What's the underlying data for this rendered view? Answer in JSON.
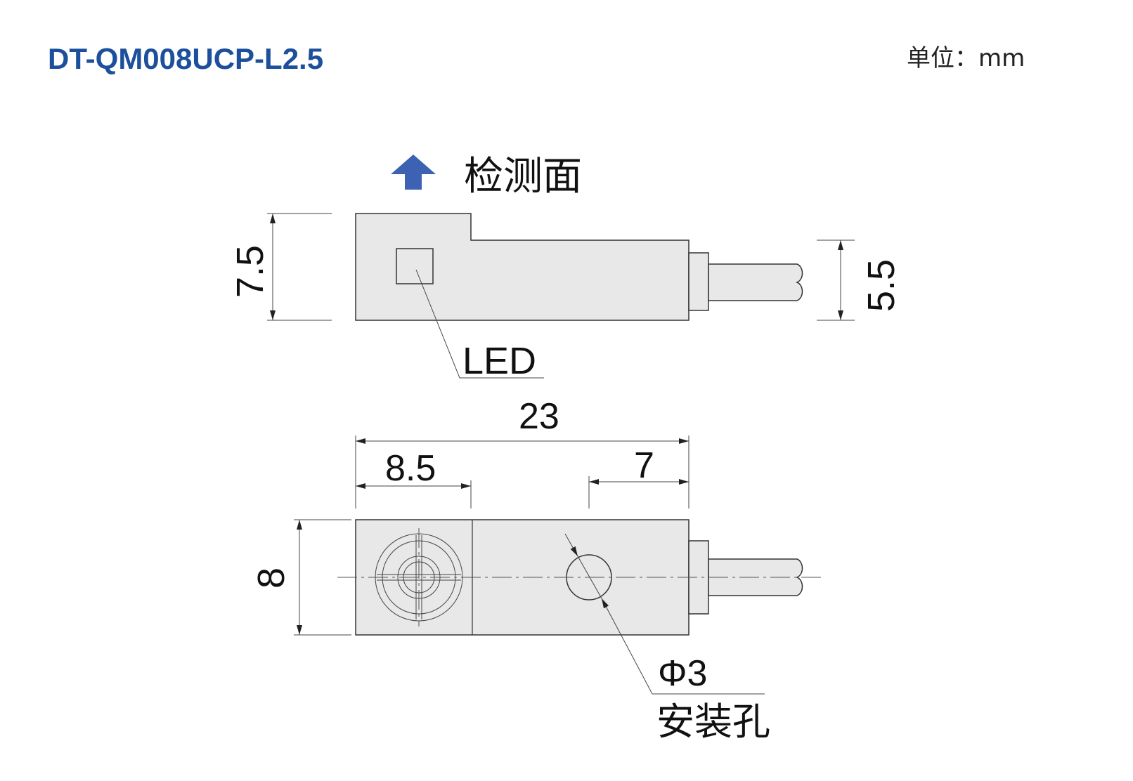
{
  "header": {
    "model": "DT-QM008UCP-L2.5",
    "unit": "单位：mm"
  },
  "side_view": {
    "sensing_label": "检测面",
    "led_label": "LED",
    "height_dim": "7.5",
    "cable_dim": "5.5"
  },
  "top_view": {
    "length_dim": "23",
    "face_dim": "8.5",
    "hole_offset_dim": "7",
    "width_dim": "8",
    "hole_dim": "Φ3",
    "hole_label": "安装孔"
  },
  "colors": {
    "title": "#1c4f9c",
    "sensing_arrow": "#3d62b3",
    "body_fill": "#e8e8e8"
  }
}
